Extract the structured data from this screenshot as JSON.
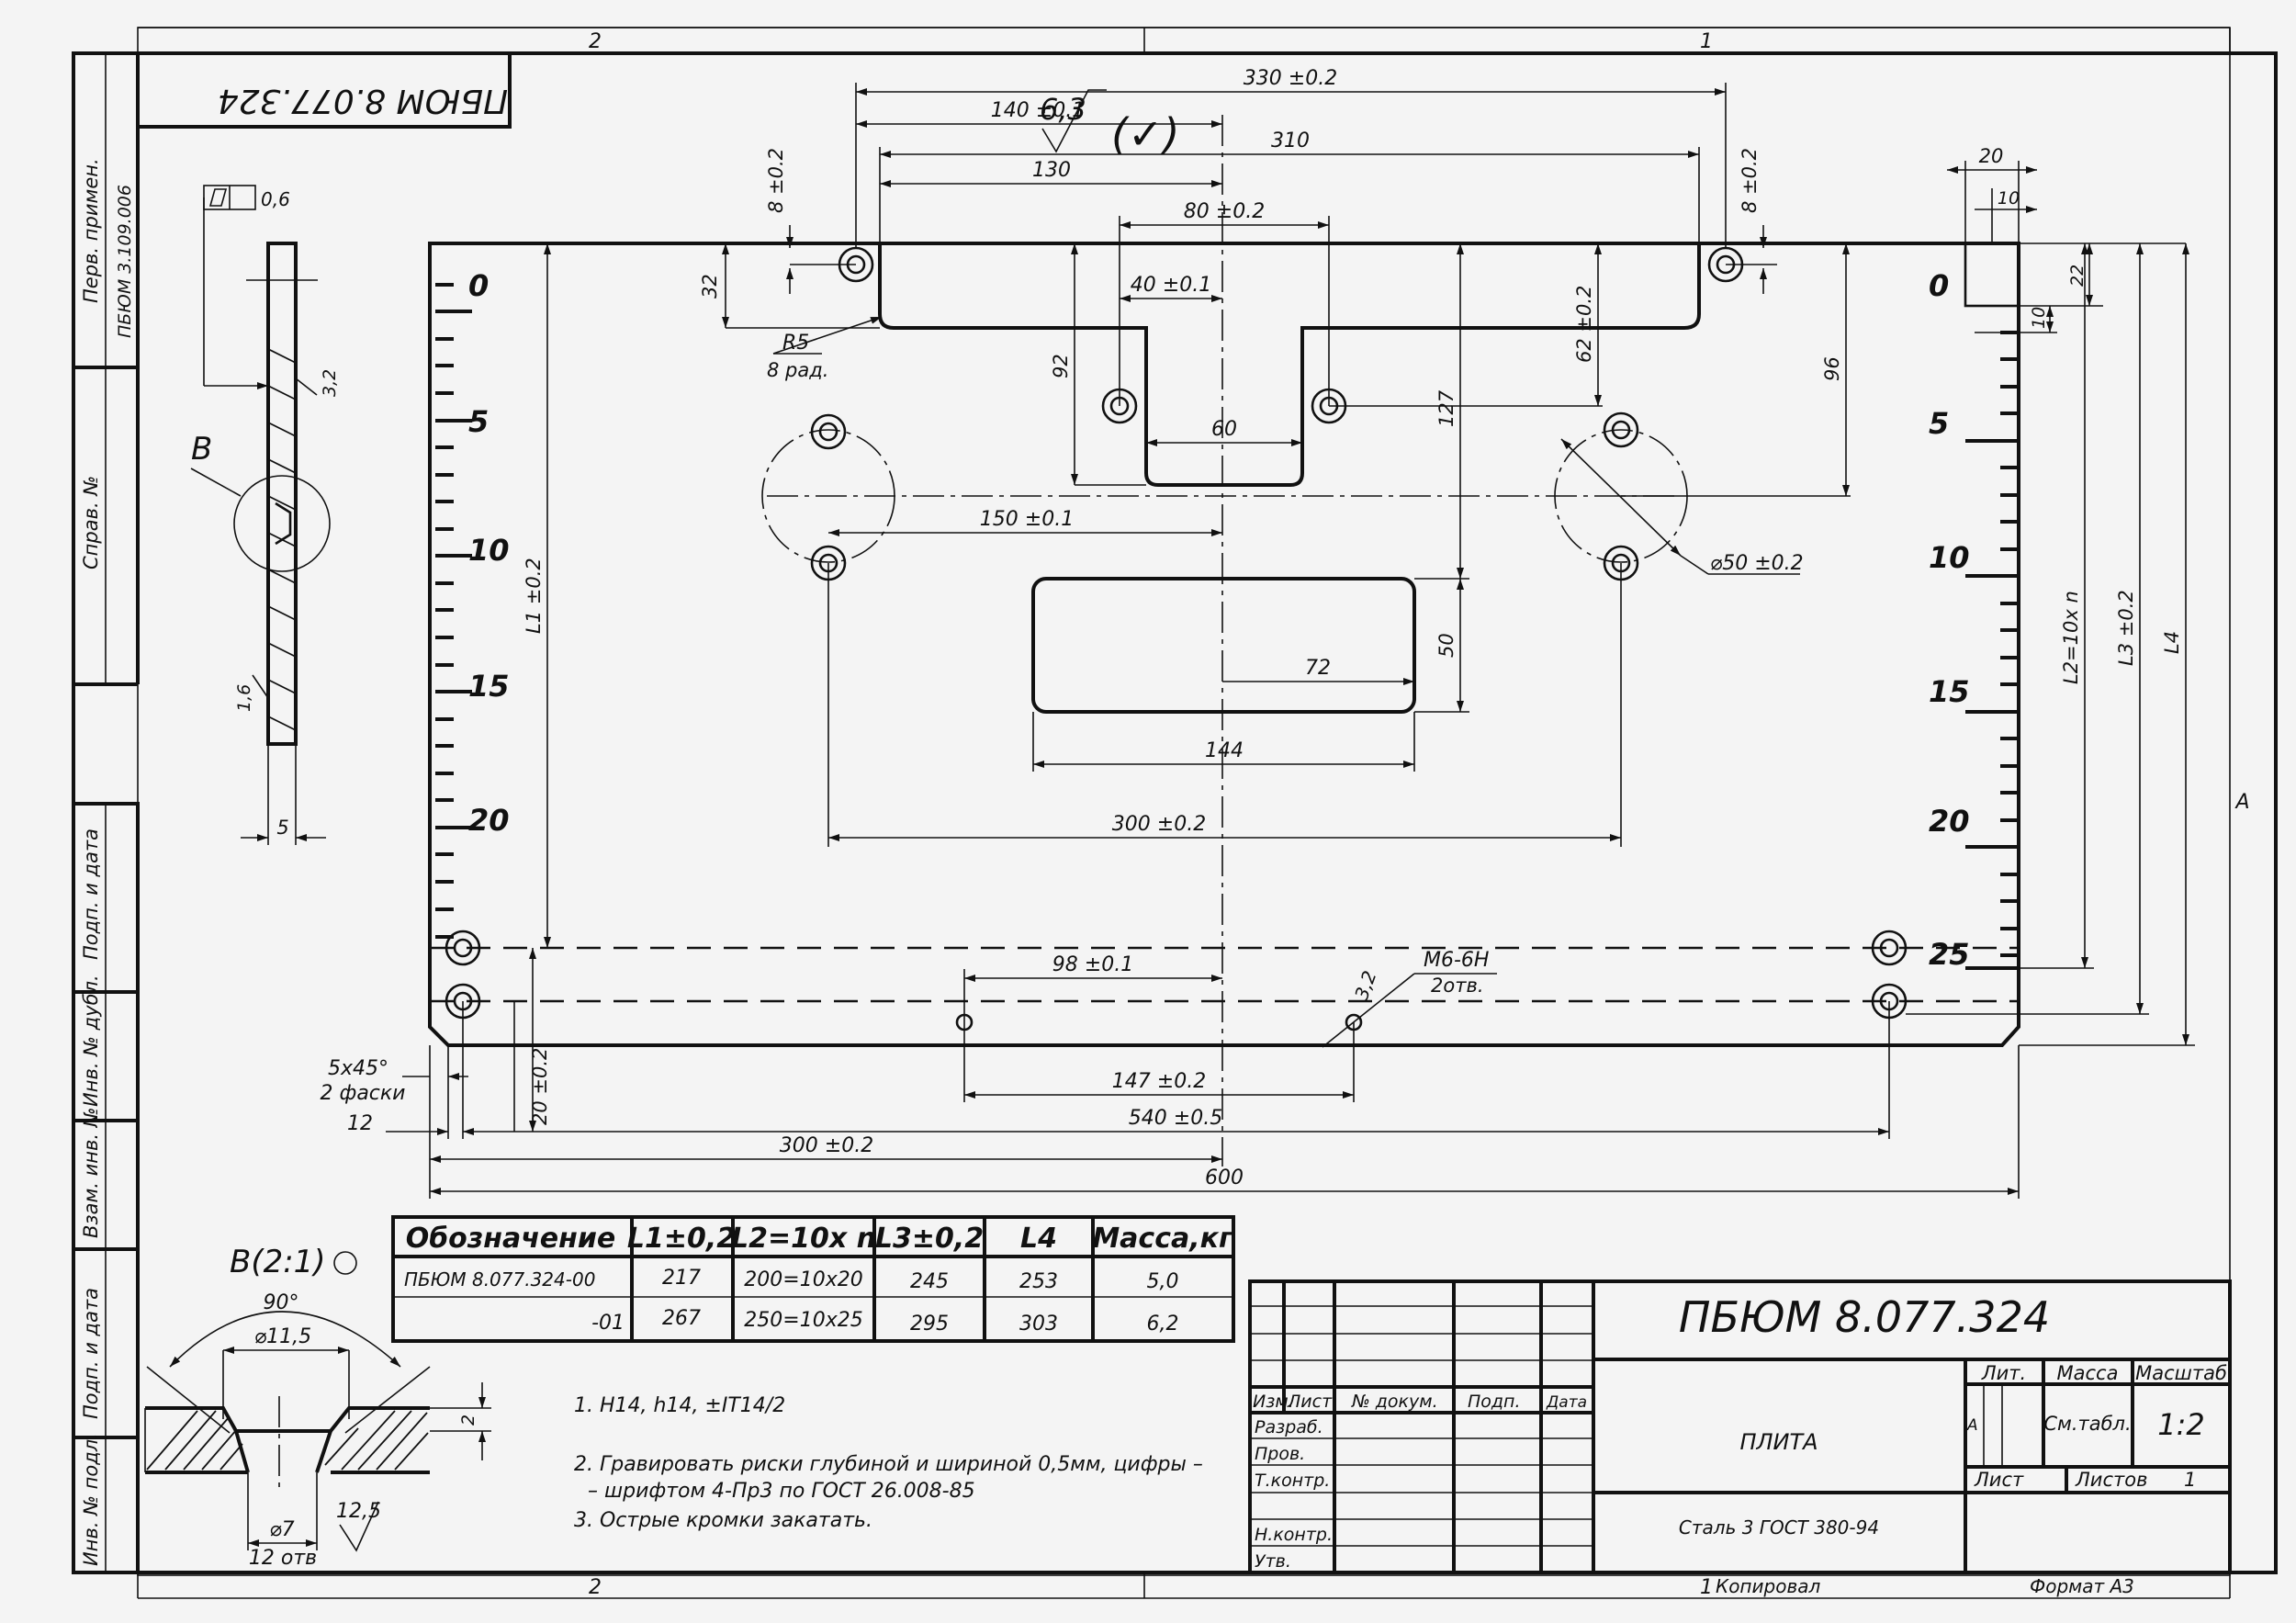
{
  "frame": {
    "zone_top_left": "2",
    "zone_top_right": "1",
    "zone_bottom_left": "2",
    "zone_bottom_right": "1",
    "zone_side": "A"
  },
  "corner_stamp": "ПБЮМ 8.077.324",
  "left_strip": {
    "perv_primen": "Перв. примен.",
    "perv_primen_value": "ПБЮМ 3.109.006",
    "sprav": "Справ. №",
    "podp_data_1": "Подп. и дата",
    "inv_dubl": "Инв. № дубл.",
    "vzam_inv": "Взам. инв. №",
    "podp_data_2": "Подп. и дата",
    "inv_podl": "Инв. № подл."
  },
  "roughness_sign": "6,3",
  "roughness_bracket": "(✓)",
  "ruler_left": [
    "0",
    "5",
    "10",
    "15",
    "20"
  ],
  "ruler_right": [
    "0",
    "5",
    "10",
    "15",
    "20",
    "25"
  ],
  "dimensions": {
    "d330": "330 ±0.2",
    "d140": "140 ±0.1",
    "d310": "310",
    "d130": "130",
    "d80": "80 ±0.2",
    "d40": "40 ±0.1",
    "d8_left": "8 ±0.2",
    "d8_right": "8 ±0.2",
    "d32": "32",
    "d92": "92",
    "d60": "60",
    "d62": "62 ±0.2",
    "d127": "127",
    "d96": "96",
    "d150": "150 ±0.1",
    "d50_dia": "⌀50 ±0.2",
    "d50": "50",
    "d72": "72",
    "d144": "144",
    "d300_inner": "300 ±0.2",
    "dL1": "L1 ±0.2",
    "dL2": "L2=10x n",
    "dL3": "L3 ±0.2",
    "dL4": "L4",
    "d20_top": "20",
    "d10_top": "10",
    "d22": "22",
    "d10_side": "10",
    "d98": "98 ±0.1",
    "d147": "147 ±0.2",
    "d540": "540 ±0.5",
    "d300_bottom": "300 ±0.2",
    "d600": "600",
    "d20_left": "20 ±0.2",
    "d12": "12",
    "chamfer": "5x45°",
    "chamfer_note": "2 фаски",
    "r5": "R5",
    "r5_note": "8 рад.",
    "m6": "M6-6H",
    "m6_note": "2отв.",
    "d3_2": "3,2"
  },
  "side_view": {
    "flatness_value": "0,6",
    "label_b": "В",
    "rough_top": "3,2",
    "rough_bottom": "1,6",
    "thickness": "5"
  },
  "detail": {
    "title": "В(2:1)",
    "angle": "90°",
    "dia_top": "⌀11,5",
    "depth": "2",
    "dia_bottom": "⌀7",
    "holes": "12 отв",
    "rough": "12,5"
  },
  "variant_table": {
    "headers": [
      "Обозначение",
      "L1±0,2",
      "L2=10x n",
      "L3±0,2",
      "L4",
      "Масса,кг"
    ],
    "rows": [
      [
        "ПБЮМ 8.077.324-00",
        "217",
        "200=10x20",
        "245",
        "253",
        "5,0"
      ],
      [
        "-01",
        "267",
        "250=10x25",
        "295",
        "303",
        "6,2"
      ]
    ]
  },
  "notes": [
    "1. Н14, h14, ±IT14/2",
    "2. Гравировать риски глубиной и шириной 0,5мм, цифры –",
    "– шрифтом 4-Пр3 по ГОСТ 26.008-85",
    "3. Острые кромки закатать."
  ],
  "title_block": {
    "designation": "ПБЮМ 8.077.324",
    "name": "ПЛИТА",
    "material": "Сталь 3 ГОСТ 380-94",
    "izm": "Изм.",
    "list": "Лист",
    "n_dokum": "№ докум.",
    "podp": "Подп.",
    "data": "Дата",
    "razrab": "Разраб.",
    "prov": "Пров.",
    "tkontr": "Т.контр.",
    "nkontr": "Н.контр.",
    "utv": "Утв.",
    "lit": "Лит.",
    "massa": "Масса",
    "masshtab": "Масштаб",
    "lit_value": "А",
    "massa_value": "См.табл.",
    "masshtab_value": "1:2",
    "list_label": "Лист",
    "listov_label": "Листов",
    "listov_value": "1",
    "kopiroval": "Копировал",
    "format": "Формат  А3"
  }
}
